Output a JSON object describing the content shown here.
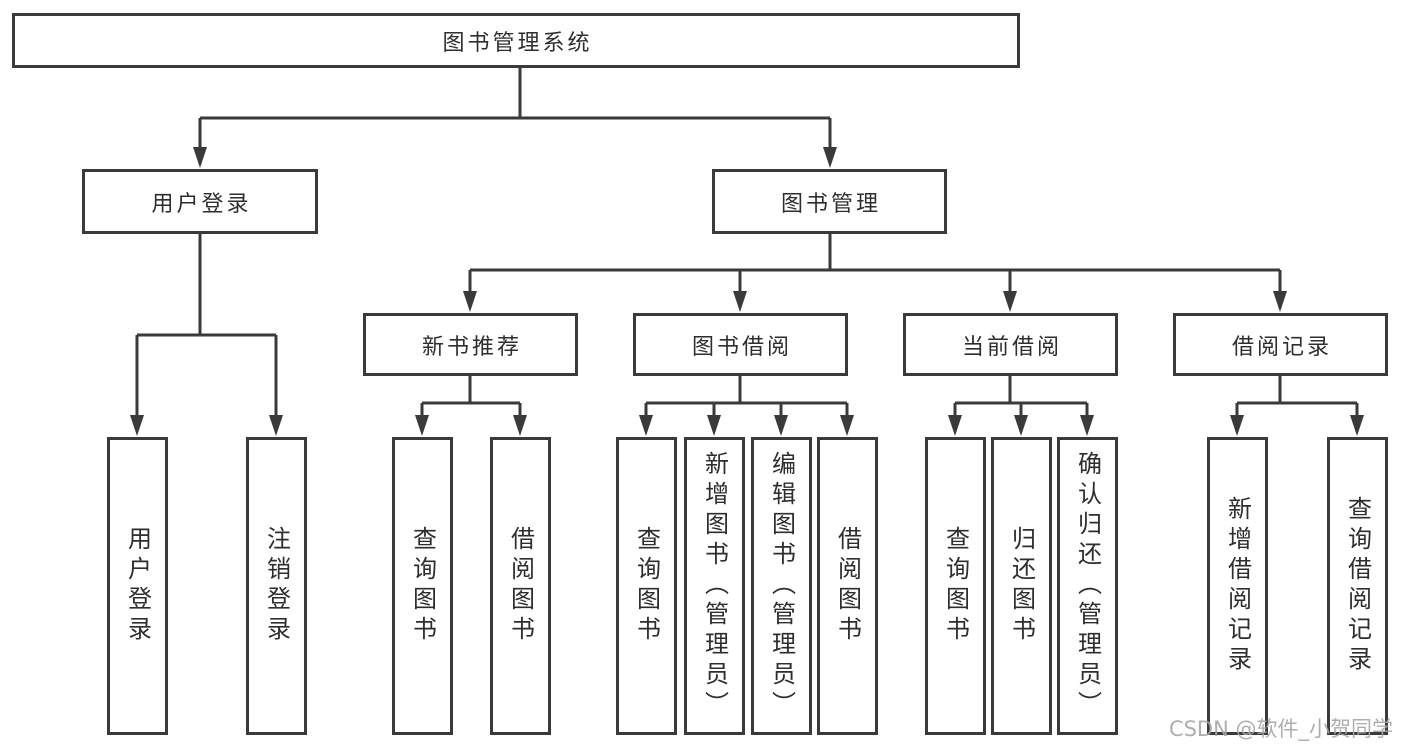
{
  "diagram": {
    "root_label": "图书管理系统",
    "branches": [
      {
        "label": "用户登录",
        "children": [
          {
            "label": "用户登录"
          },
          {
            "label": "注销登录"
          }
        ]
      },
      {
        "label": "图书管理",
        "children": [
          {
            "label": "新书推荐",
            "children": [
              {
                "label": "查询图书"
              },
              {
                "label": "借阅图书"
              }
            ]
          },
          {
            "label": "图书借阅",
            "children": [
              {
                "label": "查询图书"
              },
              {
                "label": "新增图书（管理员）"
              },
              {
                "label": "编辑图书（管理员）"
              },
              {
                "label": "借阅图书"
              }
            ]
          },
          {
            "label": "当前借阅",
            "children": [
              {
                "label": "查询图书"
              },
              {
                "label": "归还图书"
              },
              {
                "label": "确认归还（管理员）"
              }
            ]
          },
          {
            "label": "借阅记录",
            "children": [
              {
                "label": "新增借阅记录"
              },
              {
                "label": "查询借阅记录"
              }
            ]
          }
        ]
      }
    ],
    "watermark": "CSDN @软件_小贺同学",
    "colors": {
      "line": "#3a3a3a",
      "text": "#2e2e2e",
      "watermark": "#a6a6a6",
      "background": "#ffffff"
    }
  }
}
